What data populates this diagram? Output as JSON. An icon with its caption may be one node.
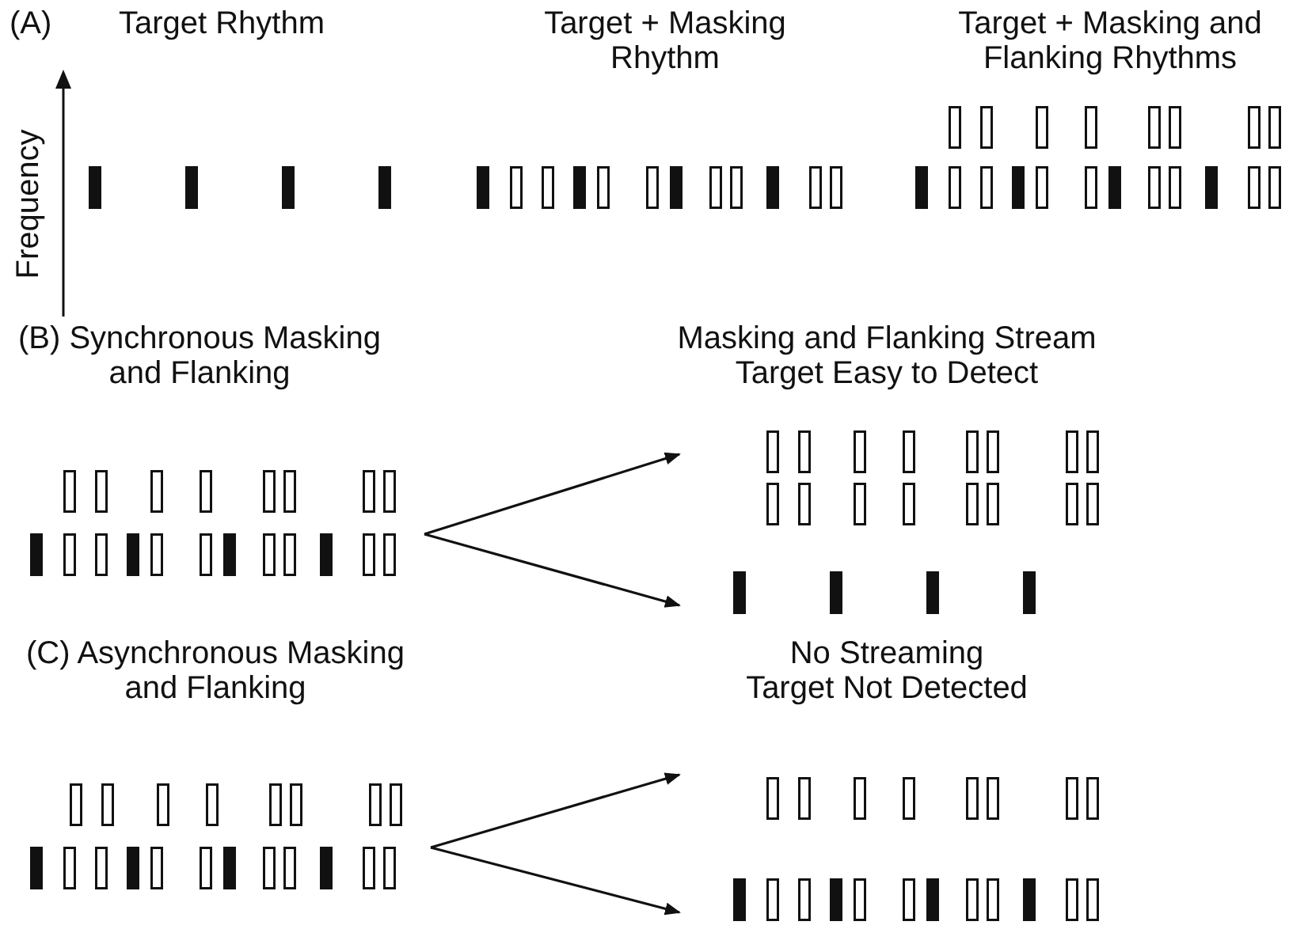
{
  "diagram": {
    "nodes": [
      {
        "text": [],
        "shape": "picture"
      },
      {
        "text": [],
        "shape": "picture"
      },
      {
        "text": [],
        "shape": "picture"
      },
      {
        "text": [],
        "shape": "picture"
      },
      {
        "text": [],
        "shape": "picture"
      },
      {
        "text": [],
        "shape": "picture"
      }
    ],
    "edges": [
      {
        "from": 0,
        "to": 1,
        "arrow": "to"
      },
      {
        "from": 0,
        "to": 2,
        "arrow": "to"
      },
      {
        "from": 3,
        "to": 4,
        "arrow": "to"
      },
      {
        "from": 3,
        "to": 5,
        "arrow": "to"
      }
    ],
    "labels": [
      "(A)",
      "Target Rhythm",
      "Target + Masking Rhythm",
      "Target + Masking and Flanking Rhythms",
      "Frequency",
      "(B) Synchronous Masking and Flanking",
      "Masking and Flanking Stream",
      "Target Easy to Detect",
      "(C) Asynchronous Masking and Flanking",
      "No Streaming",
      "Target Not Detected"
    ]
  }
}
